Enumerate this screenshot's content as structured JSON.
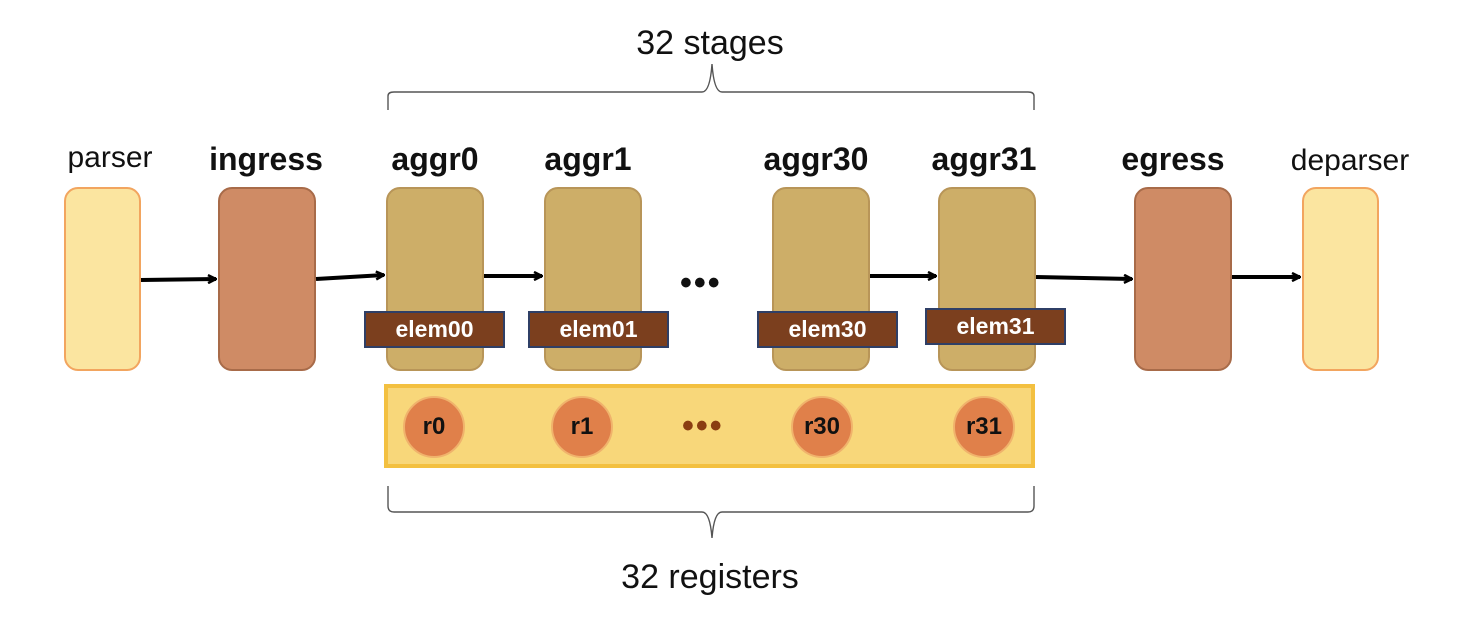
{
  "top_brace_label": "32 stages",
  "bottom_brace_label": "32 registers",
  "stages": {
    "parser": "parser",
    "ingress": "ingress",
    "aggr0": "aggr0",
    "aggr1": "aggr1",
    "aggr30": "aggr30",
    "aggr31": "aggr31",
    "egress": "egress",
    "deparser": "deparser"
  },
  "elements": {
    "elem00": "elem00",
    "elem01": "elem01",
    "elem30": "elem30",
    "elem31": "elem31"
  },
  "registers": {
    "r0": "r0",
    "r1": "r1",
    "r30": "r30",
    "r31": "r31"
  },
  "ellipsis_stages": "•••",
  "ellipsis_registers": "•••",
  "colors": {
    "light_block": "#fbe5a0",
    "dark_block": "#cf8b65",
    "aggr_block": "#cdae68",
    "elem_fill": "#7b3f1e",
    "register_bar": "#f8d77a",
    "register_circle": "#e0804a"
  }
}
